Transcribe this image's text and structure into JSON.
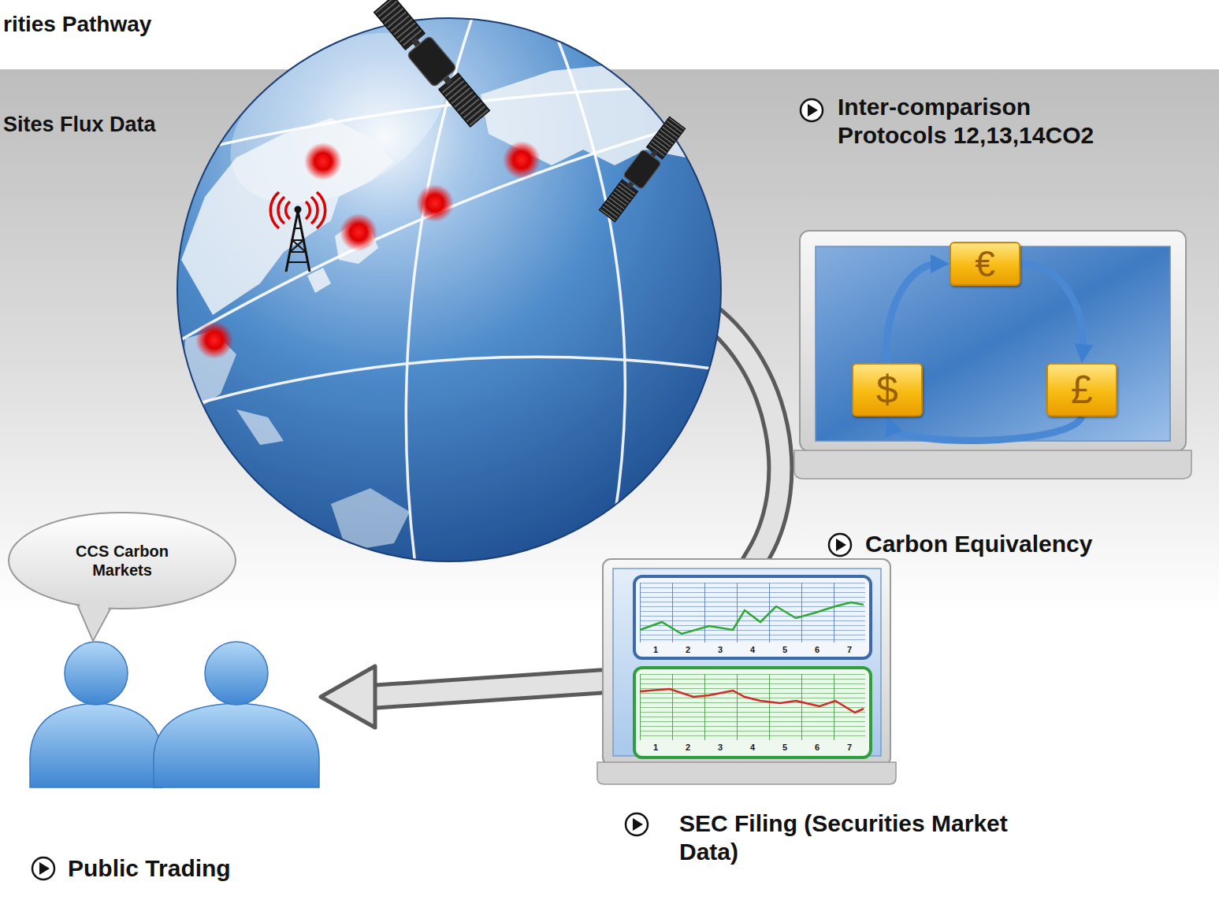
{
  "diagram": {
    "title": "rities Pathway",
    "nodes": [
      {
        "text": [
          "€"
        ]
      },
      {
        "text": [
          "$"
        ]
      },
      {
        "text": [
          "£"
        ]
      },
      {
        "text": [
          "CCS Carbon Markets"
        ]
      }
    ],
    "edges": [
      {
        "from": 1,
        "to": 0,
        "arrow": "to"
      },
      {
        "from": 0,
        "to": 2,
        "arrow": "to"
      },
      {
        "from": 2,
        "to": 1,
        "arrow": "to"
      }
    ],
    "labels": [
      "Sites Flux Data",
      "Inter-comparison Protocols 12,13,14CO2",
      "Carbon Equivalency",
      "SEC Filing (Securities Market Data)",
      "Public Trading",
      "1",
      "2",
      "3",
      "4",
      "5",
      "6",
      "7",
      "1",
      "2",
      "3",
      "4",
      "5",
      "6",
      "7"
    ]
  }
}
